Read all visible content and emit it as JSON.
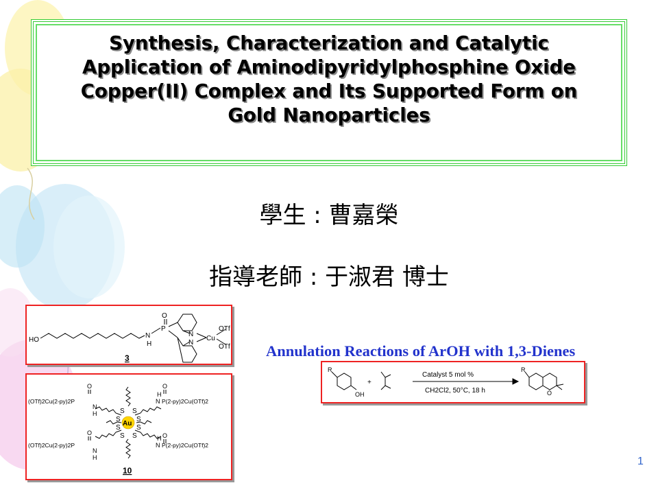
{
  "title": {
    "line1": "Synthesis, Characterization and Catalytic",
    "line2": "Application of Aminodipyridylphosphine Oxide",
    "line3": "Copper(II) Complex and Its Supported Form on",
    "line4": "Gold Nanoparticles"
  },
  "student": "學生 : 曹嘉榮",
  "advisor": "指導老師 : 于淑君 博士",
  "compound3": {
    "label": "3",
    "atoms": {
      "ho": "HO",
      "n": "N",
      "h": "H",
      "p": "P",
      "o": "O",
      "npy1": "N",
      "npy2": "N",
      "cu": "Cu",
      "otf1": "OTf",
      "otf2": "OTf"
    }
  },
  "compound10": {
    "label": "10",
    "left_groups": [
      "(OTf)2Cu(2-py)2P",
      "(OTf)2Cu(2-py)2P"
    ],
    "right_groups": [
      "P(2-py)2Cu(OTf)2",
      "P(2-py)2Cu(OTf)2"
    ],
    "atoms": {
      "o": "O",
      "n": "N",
      "h": "H",
      "s": "S",
      "au": "Au"
    }
  },
  "reaction": {
    "title": "Annulation Reactions of ArOH with 1,3-Dienes",
    "catalyst": "Catalyst 5 mol %",
    "conditions": "CH2Cl2, 50°C, 18 h",
    "r_left": "R",
    "oh": "OH",
    "plus": "+",
    "r_right": "R",
    "o_ring": "O"
  },
  "page_number": "1",
  "colors": {
    "title_border": "#33cc33",
    "box_border": "#ee2222",
    "reaction_title": "#2233cc",
    "page_number": "#3366cc"
  }
}
